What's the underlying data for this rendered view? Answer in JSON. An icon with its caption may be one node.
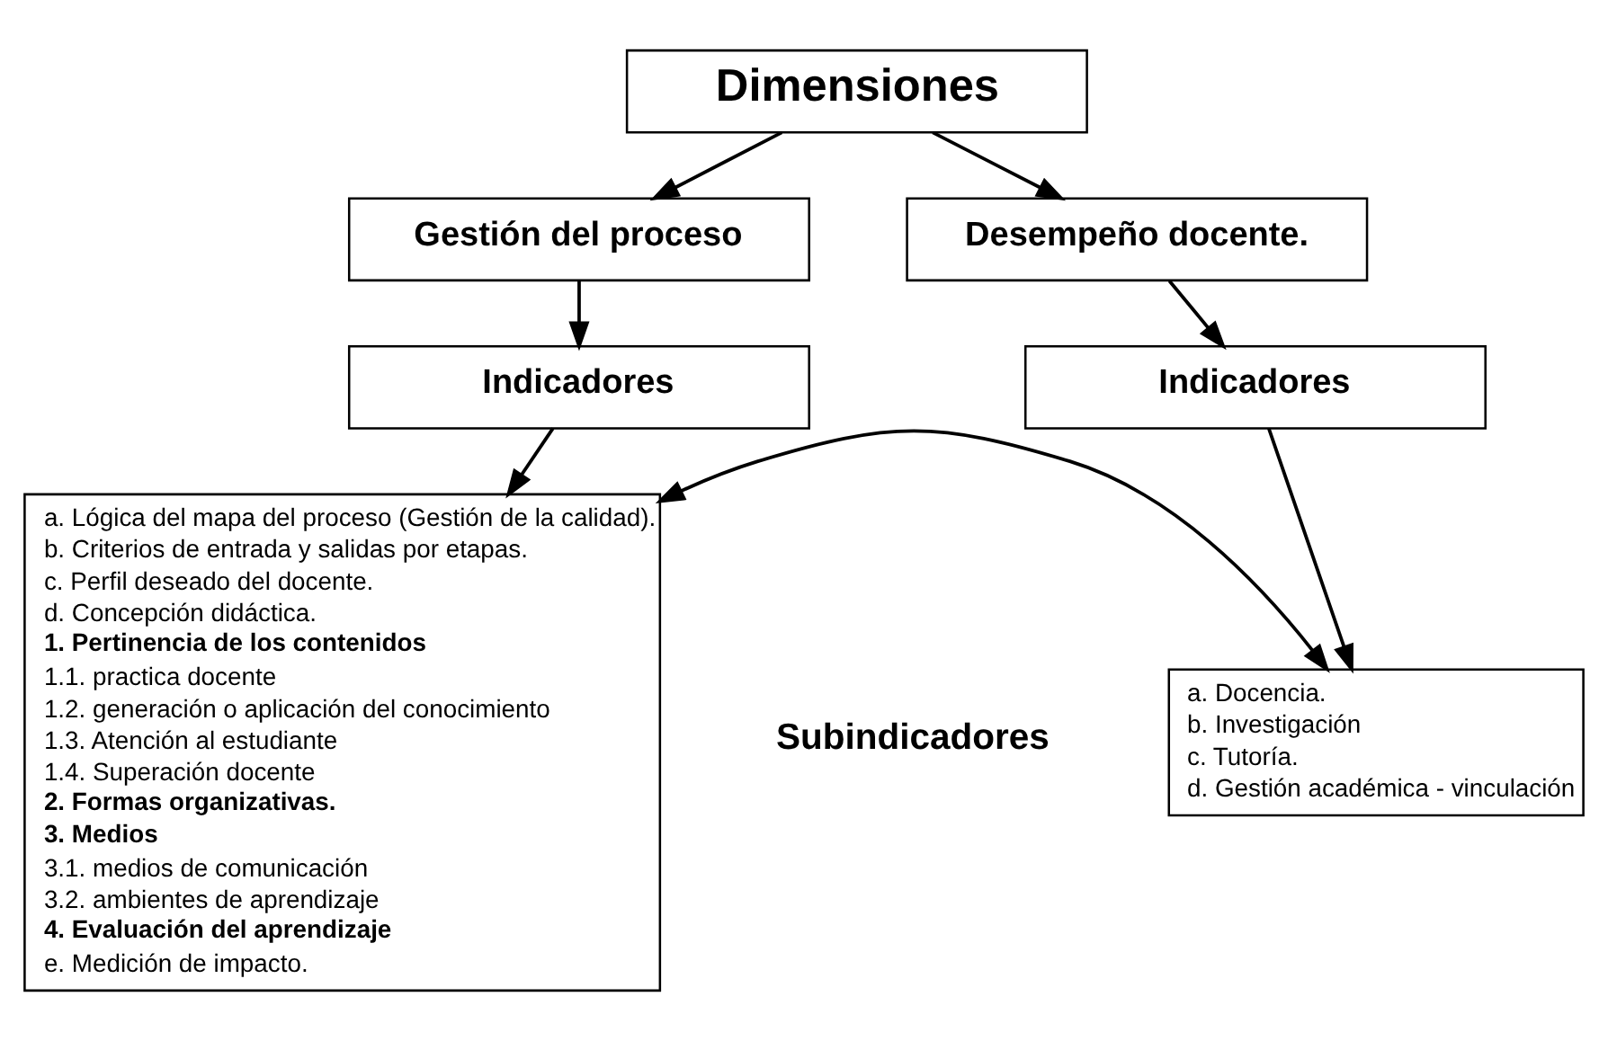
{
  "diagram": {
    "nodes": [
      {
        "text": [
          "Dimensiones"
        ]
      },
      {
        "text": [
          "Gestión del proceso"
        ]
      },
      {
        "text": [
          "Desempeño docente."
        ]
      },
      {
        "text": [
          "Indicadores"
        ]
      },
      {
        "text": [
          "a. Lógica del mapa del proceso (Gestión de la calidad).",
          "b. Criterios de entrada y salidas por etapas.",
          "c. Perfil deseado del docente.",
          "d. Concepción didáctica.",
          "**1. Pertinencia de los contenidos**",
          "1.1. practica docente",
          "1.2. generación o aplicación del conocimiento",
          "1.3. Atención al estudiante",
          "1.4. Superación docente",
          "**2. Formas organizativas.**",
          "**3. Medios**",
          "3.1. medios de comunicación",
          "3.2. ambientes de aprendizaje",
          "**4. Evaluación del aprendizaje**",
          "e. Medición de impacto."
        ]
      },
      {
        "text": [
          "Indicadores"
        ]
      },
      {
        "text": [
          "a. Docencia.",
          "b. Investigación",
          "c. Tutoría.",
          "d. Gestión académica - vinculación"
        ]
      }
    ],
    "edges": [
      {
        "from": 0,
        "to": 1,
        "arrow": "to"
      },
      {
        "from": 0,
        "to": 2,
        "arrow": "to"
      },
      {
        "from": 1,
        "to": 3,
        "arrow": "to"
      },
      {
        "from": 3,
        "to": 4,
        "arrow": "to"
      },
      {
        "from": 2,
        "to": 5,
        "arrow": "to"
      },
      {
        "from": 5,
        "to": 6,
        "arrow": "to"
      },
      {
        "from": 4,
        "to": 6,
        "arrow": "both"
      }
    ],
    "labels": [
      "Subindicadores"
    ]
  }
}
